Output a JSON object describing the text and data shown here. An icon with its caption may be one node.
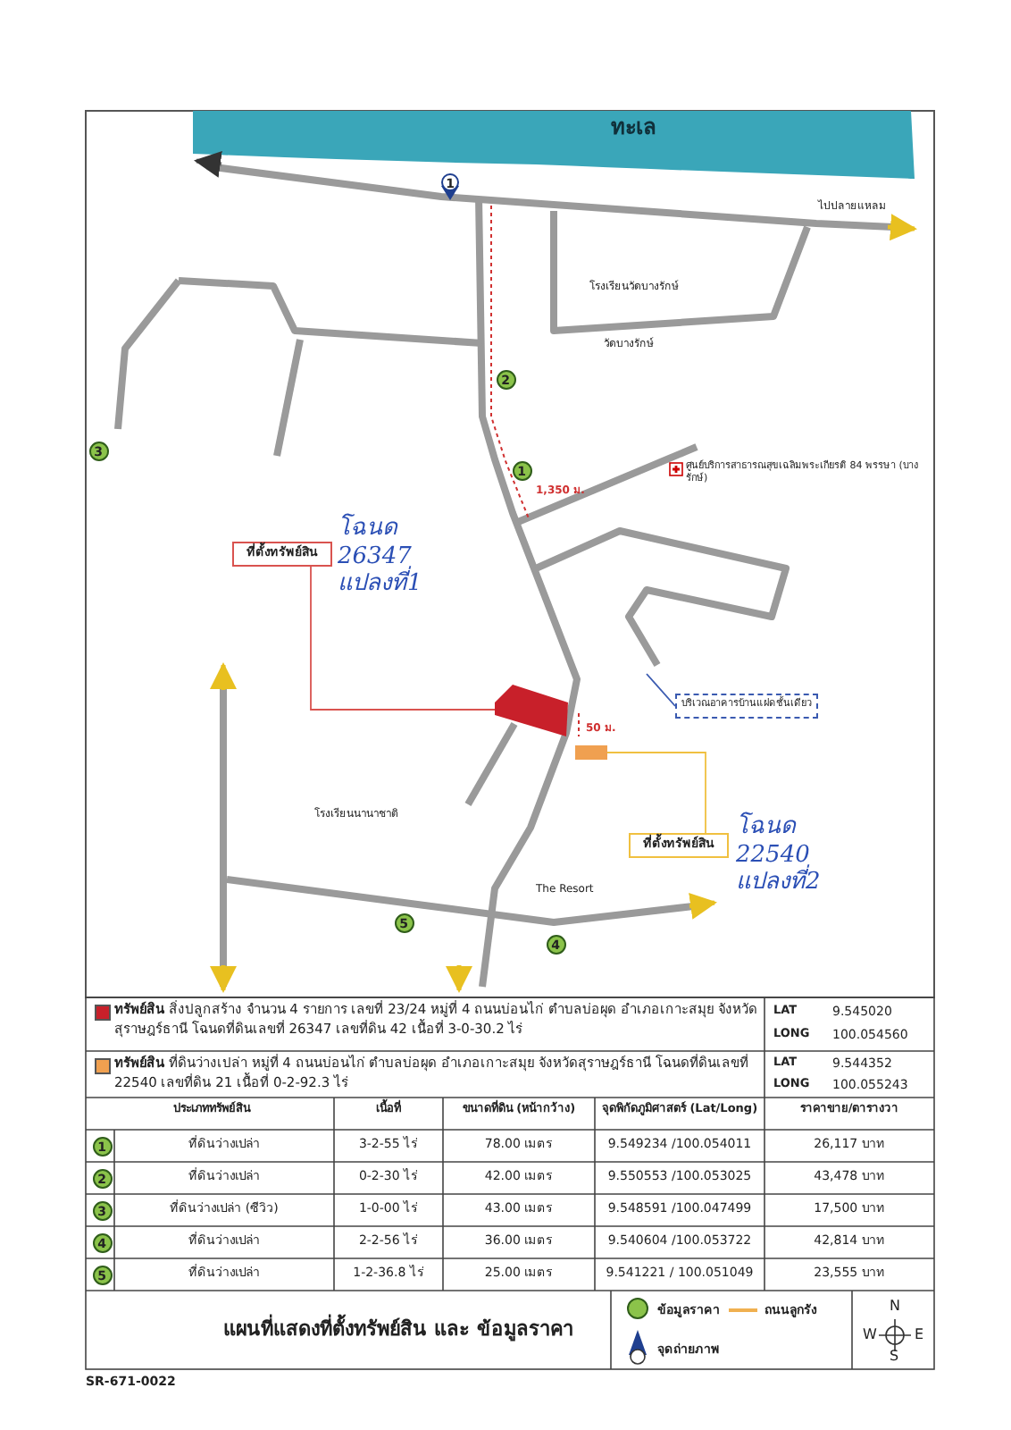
{
  "diagram": {
    "title": "แผนที่แสดงที่ตั้งทรัพย์สิน และ ข้อมูลราคา",
    "nodes": [
      {
        "text": [
          "ที่ตั้งทรัพย์สิน"
        ],
        "beside": [
          "โฉนด 26347 แปลงที่1"
        ]
      },
      {
        "text": [],
        "shape": "box"
      },
      {
        "text": [
          "ที่ตั้งทรัพย์สิน"
        ],
        "beside": [
          "โฉนด 22540 แปลงที่2"
        ]
      },
      {
        "text": [],
        "shape": "box"
      },
      {
        "text": [
          "บริเวณอาคารบ้านแฝดชั้นเดียว"
        ]
      }
    ],
    "edges": [
      {
        "from": 0,
        "to": 1,
        "arrow": "none",
        "color": "#d9534f"
      },
      {
        "from": 2,
        "to": 3,
        "arrow": "none",
        "color": "#f0c040"
      },
      {
        "from": 4,
        "to": null,
        "arrow": "none",
        "color": "#3a5ab0"
      }
    ],
    "labels": [
      "ทะเล",
      "ไปปลายแหลม",
      "1",
      "โรงเรียนวัดบางรักษ์",
      "วัดบางรักษ์",
      "2",
      "3",
      "1",
      "1,350 ม.",
      "ศูนย์บริการสาธารณสุขเฉลิมพระเกียรติ 84 พรรษา (บางรักษ์)",
      "50 ม.",
      "โรงเรียนนานาชาติ",
      "The Resort",
      "5",
      "4",
      "LAT",
      "9.545020",
      "LONG",
      "100.054560",
      "LAT",
      "9.544352",
      "LONG",
      "100.055243",
      "ประเภททรัพย์สิน",
      "เนื้อที่",
      "ขนาดที่ดิน (หน้ากว้าง)",
      "จุดพิกัดภูมิศาสตร์ (Lat/Long)",
      "ราคาขาย/ตารางวา",
      "1",
      "ที่ดินว่างเปล่า",
      "3-2-55 ไร่",
      "78.00 เมตร",
      "9.549234 /100.054011",
      "26,117 บาท",
      "2",
      "ที่ดินว่างเปล่า",
      "0-2-30 ไร่",
      "42.00 เมตร",
      "9.550553 /100.053025",
      "43,478 บาท",
      "3",
      "ที่ดินว่างเปล่า (ซีวิว)",
      "1-0-00 ไร่",
      "43.00 เมตร",
      "9.548591 /100.047499",
      "17,500 บาท",
      "4",
      "ที่ดินว่างเปล่า",
      "2-2-56 ไร่",
      "36.00 เมตร",
      "9.540604 /100.053722",
      "42,814 บาท",
      "5",
      "ที่ดินว่างเปล่า",
      "1-2-36.8 ไร่",
      "25.00 เมตร",
      "9.541221 / 100.051049",
      "23,555 บาท",
      "N",
      "W",
      "E",
      "S",
      "SR-671-0022"
    ],
    "legend": [
      {
        "text": "**ทรัพย์สิน** สิ่งปลูกสร้าง จำนวน 4 รายการ เลขที่ 23/24 หมู่ที่ 4 ถนนบ่อนไก่ ตำบลบ่อผุด อำเภอเกาะสมุย จังหวัดสุราษฎร์ธานี โฉนดที่ดินเลขที่ 26347 เลขที่ดิน 42 เนื้อที่ 3-0-30.2 ไร่",
        "color": "#c8202a"
      },
      {
        "text": "**ทรัพย์สิน** ที่ดินว่างเปล่า หมู่ที่ 4 ถนนบ่อนไก่ ตำบลบ่อผุด อำเภอเกาะสมุย จังหวัดสุราษฎร์ธานี โฉนดที่ดินเลขที่ 22540 เลขที่ดิน 21 เนื้อที่ 0-2-92.3 ไร่",
        "color": "#f0a050"
      },
      {
        "text": "ข้อมูลราคา"
      },
      {
        "text": "ถนนลูกรัง"
      },
      {
        "text": "จุดถ่ายภาพ"
      }
    ]
  }
}
